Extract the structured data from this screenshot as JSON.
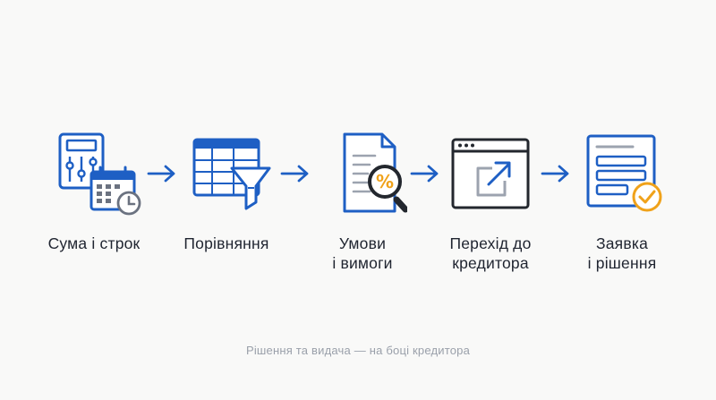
{
  "steps": [
    {
      "icon": "calculator-calendar-clock-icon",
      "label_lines": [
        "Сума і строк"
      ]
    },
    {
      "icon": "table-filter-icon",
      "label_lines": [
        "Порівняння"
      ]
    },
    {
      "icon": "document-percent-magnifier-icon",
      "label_lines": [
        "Умови",
        "і вимоги"
      ]
    },
    {
      "icon": "browser-external-link-icon",
      "label_lines": [
        "Перехід до",
        "кредитора"
      ]
    },
    {
      "icon": "form-checkmark-icon",
      "label_lines": [
        "Заявка",
        "і рішення"
      ]
    }
  ],
  "footnote": "Рішення та видача — на боці кредитора",
  "colors": {
    "accent_blue": "#1e5fc4",
    "dark": "#23272e",
    "orange": "#f0a21a",
    "gray": "#9ca3af",
    "label_text": "#1f2430",
    "footnote_text": "#9aa0aa"
  }
}
